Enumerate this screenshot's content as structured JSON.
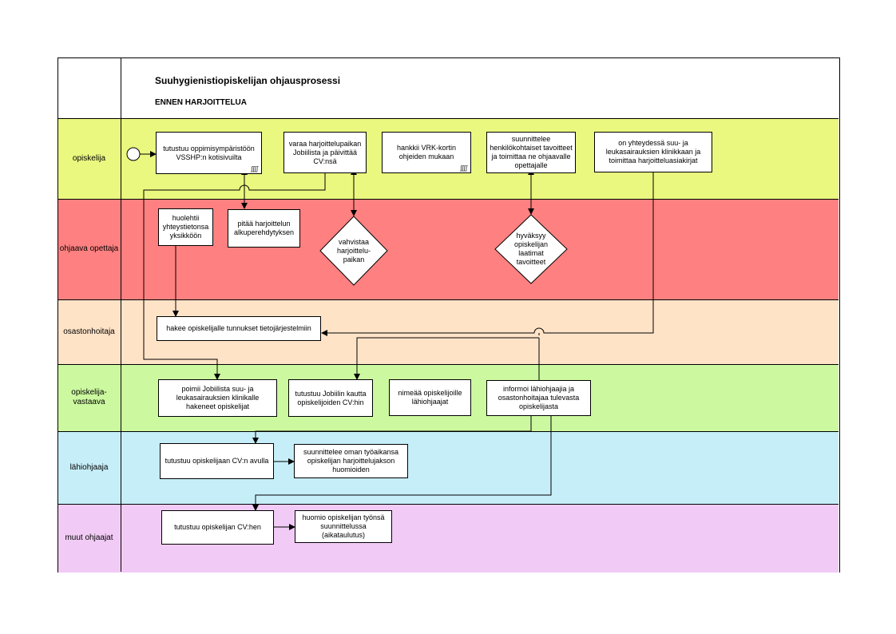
{
  "header": {
    "title": "Suuhygienistiopiskelijan ohjausprosessi",
    "subtitle": "ENNEN HARJOITTELUA"
  },
  "lanes": [
    {
      "label": "opiskelija",
      "color": "#eaf87f"
    },
    {
      "label": "ohjaava opettaja",
      "color": "#ff8080"
    },
    {
      "label": "osastonhoitaja",
      "color": "#ffe3c7"
    },
    {
      "label": "opiskelija-vastaava",
      "color": "#ccf99f"
    },
    {
      "label": "lähiohjaaja",
      "color": "#c6eef9"
    },
    {
      "label": "muut ohjaajat",
      "color": "#f1cbf5"
    }
  ],
  "steps": {
    "s1": "tutustuu oppimisympäristöön VSSHP:n kotisivuilta",
    "s2": "varaa harjoittelupaikan Jobiilista ja päivittää CV:nsä",
    "s3": "hankkii VRK-kortin ohjeiden mukaan",
    "s4": "suunnittelee henkilökohtaiset tavoitteet ja toimittaa ne ohjaavalle opettajalle",
    "s5": "on yhteydessä suu- ja leukasairauksien klinikkaan ja toimittaa harjoitteluasiakirjat",
    "t1": "huolehtii yhteystietonsa yksikköön",
    "t2": "pitää harjoittelun alkuperehdytyksen",
    "d1": "vahvistaa harjoittelu-paikan",
    "d2": "hyväksyy opiskelijan laatimat tavoitteet",
    "o1": "hakee opiskelijalle tunnukset tietojärjestelmiin",
    "v1": "poimii Jobiilista suu- ja leukasairauksien klinikalle hakeneet opiskelijat",
    "v2": "tutustuu Jobiilin kautta opiskelijoiden CV:hin",
    "v3": "nimeää opiskelijoille lähiohjaajat",
    "v4": "informoi lähiohjaajia ja osastonhoitajaa tulevasta opiskelijasta",
    "l1": "tutustuu opiskelijaan CV:n avulla",
    "l2": "suunnittelee oman työaikansa opiskelijan harjoittelujakson huomioiden",
    "m1": "tutustuu opiskelijan CV:hen",
    "m2": "huomio opiskelijan työnsä suunnittelussa (aikataulutus)"
  },
  "icons": {
    "start": "start-circle-icon",
    "subprocess": "subprocess-icon"
  }
}
